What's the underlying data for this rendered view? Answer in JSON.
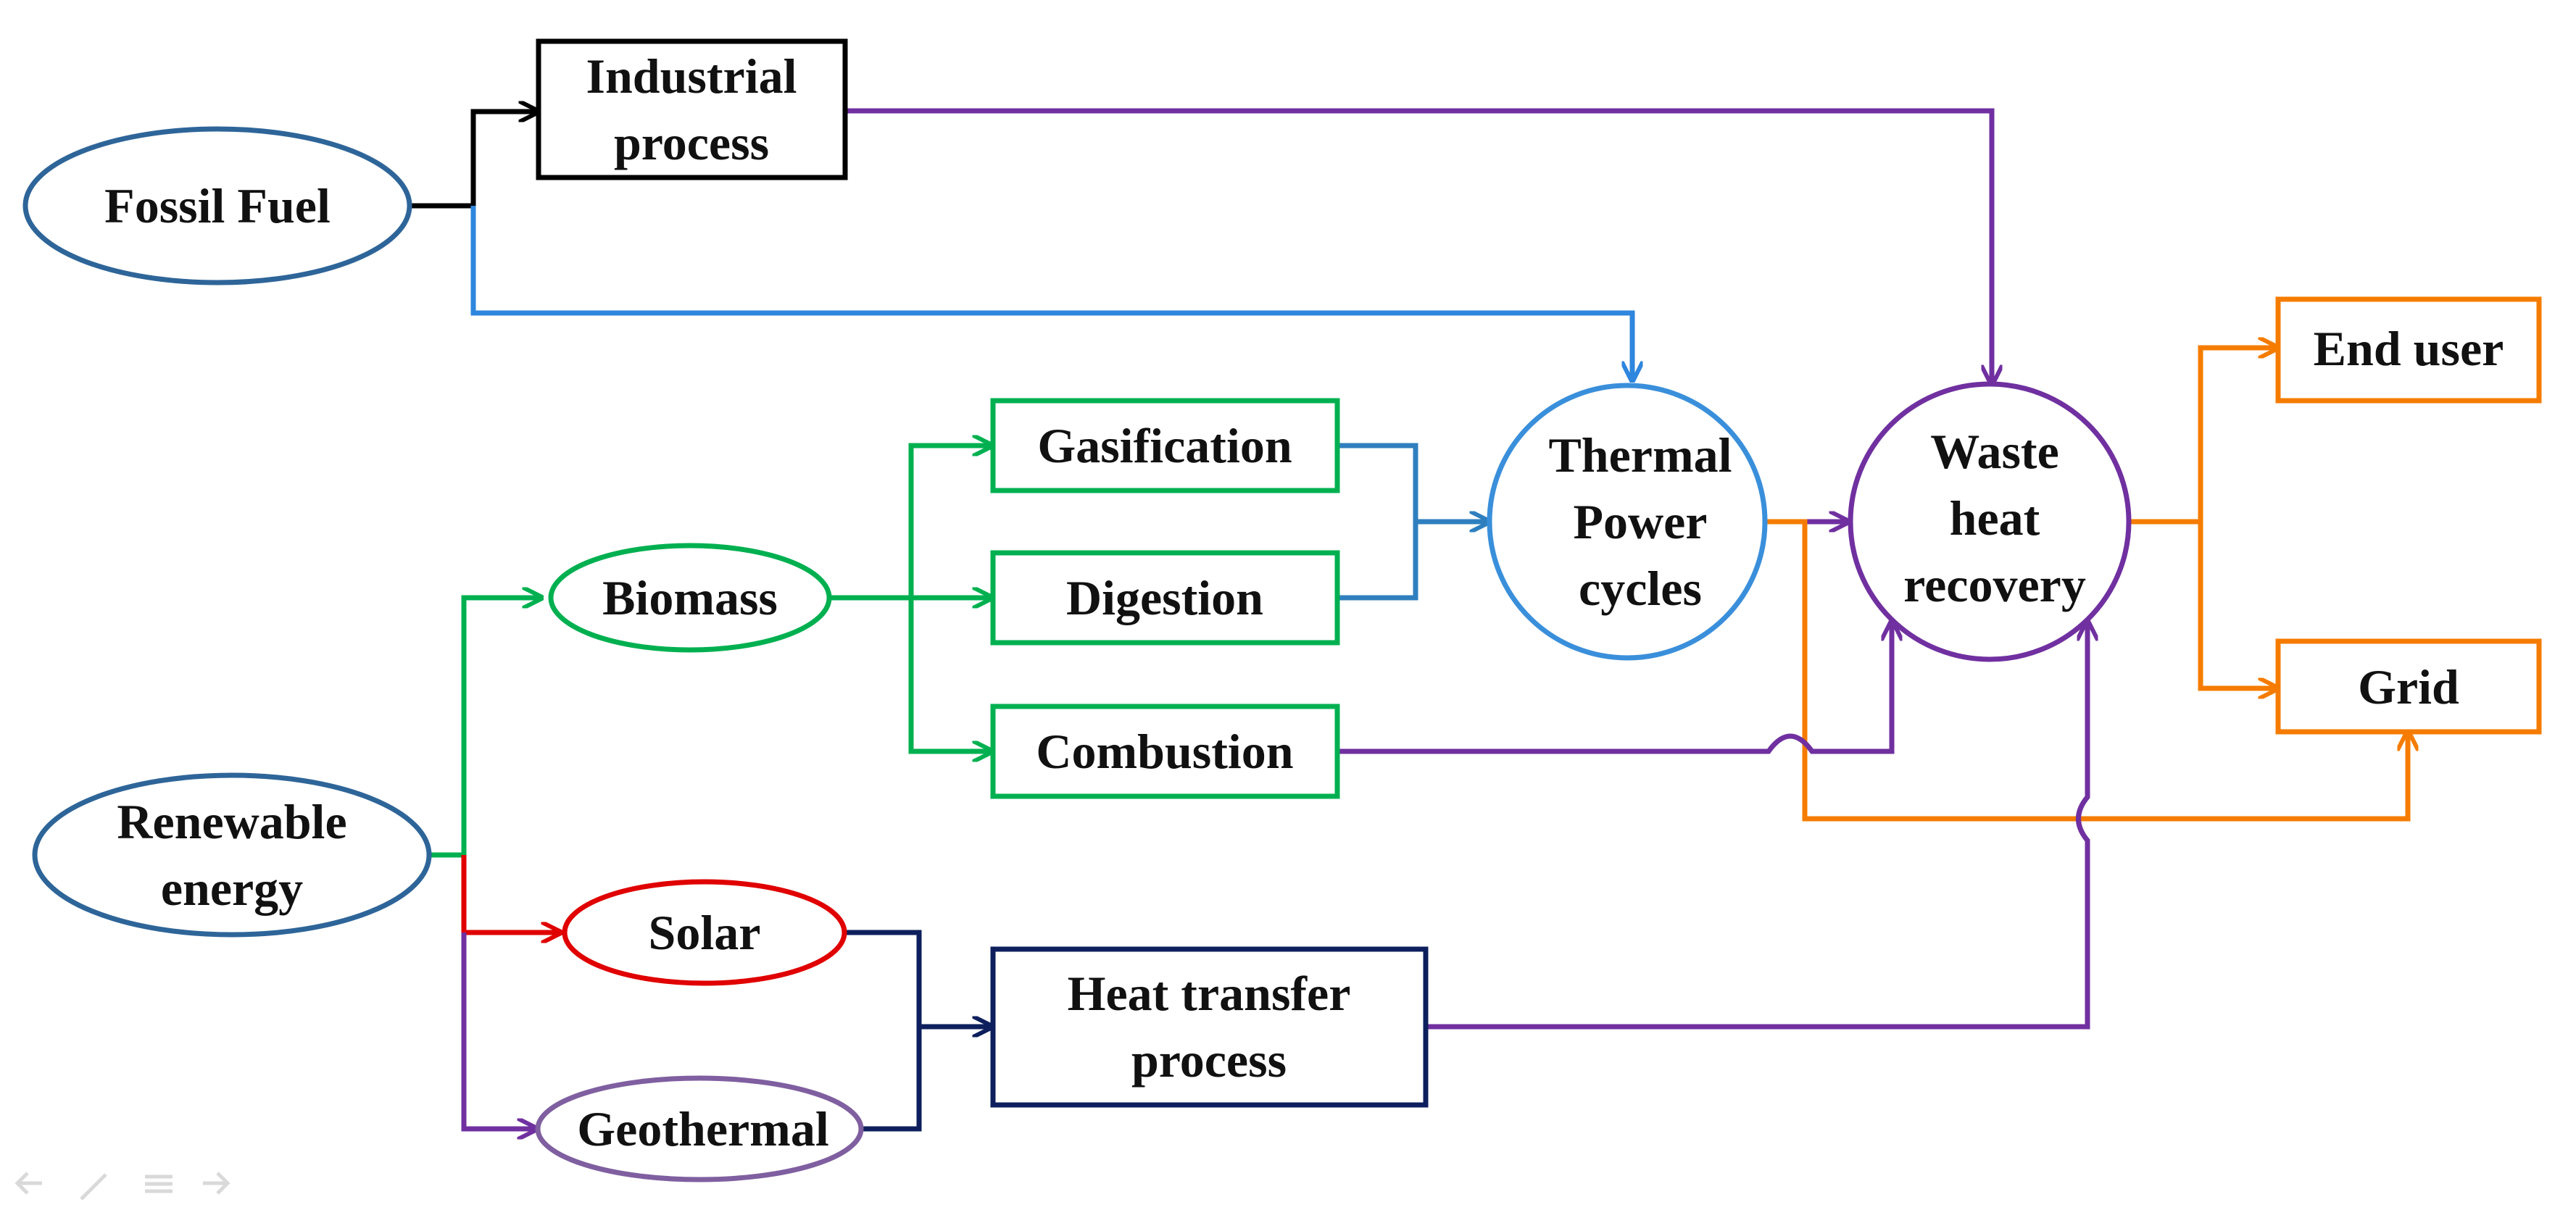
{
  "nodes": {
    "fossil_fuel": {
      "lines": [
        "Fossil Fuel"
      ],
      "color": "#2E6599"
    },
    "industrial_process": {
      "lines": [
        "Industrial",
        "process"
      ],
      "color": "#000000"
    },
    "renewable_energy": {
      "lines": [
        "Renewable",
        "energy"
      ],
      "color": "#2E6599"
    },
    "biomass": {
      "lines": [
        "Biomass"
      ],
      "color": "#00B050"
    },
    "solar": {
      "lines": [
        "Solar"
      ],
      "color": "#E00000"
    },
    "geothermal": {
      "lines": [
        "Geothermal"
      ],
      "color": "#7F5FA0"
    },
    "gasification": {
      "lines": [
        "Gasification"
      ],
      "color": "#00B050"
    },
    "digestion": {
      "lines": [
        "Digestion"
      ],
      "color": "#00B050"
    },
    "combustion": {
      "lines": [
        "Combustion"
      ],
      "color": "#00B050"
    },
    "heat_transfer": {
      "lines": [
        "Heat transfer",
        "process"
      ],
      "color": "#0D1F5C"
    },
    "thermal_power": {
      "lines": [
        "Thermal",
        "Power",
        "cycles"
      ],
      "color": "#3A8FDB"
    },
    "waste_heat": {
      "lines": [
        "Waste",
        "heat",
        "recovery"
      ],
      "color": "#7030A0"
    },
    "end_user": {
      "lines": [
        "End user"
      ],
      "color": "#F57C00"
    },
    "grid": {
      "lines": [
        "Grid"
      ],
      "color": "#F57C00"
    }
  },
  "edge_colors": {
    "black": "#000000",
    "light_blue": "#2E86DE",
    "steel_blue": "#2F7FBF",
    "green": "#00B050",
    "red": "#E00000",
    "purple": "#7030A0",
    "navy": "#0D1F5C",
    "orange": "#F57C00"
  },
  "edges": [
    {
      "from": "fossil_fuel",
      "to": "industrial_process",
      "color": "black"
    },
    {
      "from": "fossil_fuel",
      "to": "thermal_power",
      "color": "light_blue"
    },
    {
      "from": "industrial_process",
      "to": "waste_heat",
      "color": "purple"
    },
    {
      "from": "renewable_energy",
      "to": "biomass",
      "color": "green"
    },
    {
      "from": "renewable_energy",
      "to": "solar",
      "color": "red"
    },
    {
      "from": "renewable_energy",
      "to": "geothermal",
      "color": "purple"
    },
    {
      "from": "biomass",
      "to": "gasification",
      "color": "green"
    },
    {
      "from": "biomass",
      "to": "digestion",
      "color": "green"
    },
    {
      "from": "biomass",
      "to": "combustion",
      "color": "green"
    },
    {
      "from": "gasification",
      "to": "thermal_power",
      "color": "steel_blue"
    },
    {
      "from": "digestion",
      "to": "thermal_power",
      "color": "steel_blue"
    },
    {
      "from": "thermal_power",
      "to": "waste_heat",
      "color": "purple"
    },
    {
      "from": "thermal_power",
      "to": "grid",
      "color": "orange"
    },
    {
      "from": "combustion",
      "to": "waste_heat",
      "color": "purple"
    },
    {
      "from": "solar",
      "to": "heat_transfer",
      "color": "navy"
    },
    {
      "from": "geothermal",
      "to": "heat_transfer",
      "color": "navy"
    },
    {
      "from": "heat_transfer",
      "to": "waste_heat",
      "color": "purple"
    },
    {
      "from": "waste_heat",
      "to": "end_user",
      "color": "orange"
    },
    {
      "from": "waste_heat",
      "to": "grid",
      "color": "orange"
    }
  ],
  "slide_controls": {
    "icons": [
      "arrow-left-icon",
      "pen-icon",
      "menu-icon",
      "arrow-right-icon"
    ],
    "color": "#D9D9D9"
  }
}
